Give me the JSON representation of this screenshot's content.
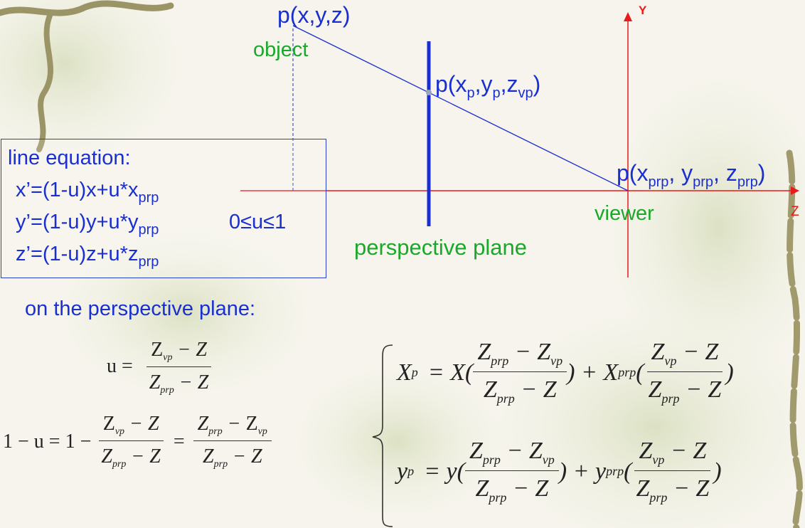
{
  "diagram": {
    "point_object": "p(x,y,z)",
    "label_object": "object",
    "point_plane_main": "p(x",
    "point_plane_sub": [
      "p",
      "p",
      "vp"
    ],
    "point_plane_sep": [
      ",y",
      ",z",
      ")"
    ],
    "point_viewer_main": "p(x",
    "point_viewer_sub": [
      "prp",
      "prp",
      "prp"
    ],
    "point_viewer_sep": [
      ", y",
      ", z",
      ")"
    ],
    "label_viewer": "viewer",
    "label_plane": "perspective plane",
    "axis_y": "Y",
    "axis_z": "Z"
  },
  "equation_box": {
    "title": "line equation:",
    "lines": [
      {
        "main": "x’=(1-u)x+u*x",
        "sub": "prp"
      },
      {
        "main": "y’=(1-u)y+u*y",
        "sub": "prp"
      },
      {
        "main": "z’=(1-u)z+u*z",
        "sub": "prp"
      }
    ],
    "range": "0≤u≤1"
  },
  "section_title": "on the perspective plane:",
  "formulas": {
    "u_lhs": "u =",
    "u_num": "Z",
    "u_num_sub": "vp",
    "u_num_rest": " − Z",
    "u_den": "Z",
    "u_den_sub": "prp",
    "u_den_rest": " − Z",
    "one_minus_u": "1 − u = 1 −",
    "eq": "=",
    "xp_lhs": "X",
    "xp_lhs_sub": "p",
    "xp_mid": "= X(",
    "yp_lhs": "y",
    "yp_lhs_sub": "p",
    "yp_mid": "= y(",
    "plus_x": ") + X",
    "plus_y": ") + y",
    "prp": "prp",
    "open": "(",
    "close": ")"
  },
  "colors": {
    "blue": "#1a2fd0",
    "green": "#1aa82a",
    "red": "#e81a1a",
    "background": "#f6f4ec"
  }
}
